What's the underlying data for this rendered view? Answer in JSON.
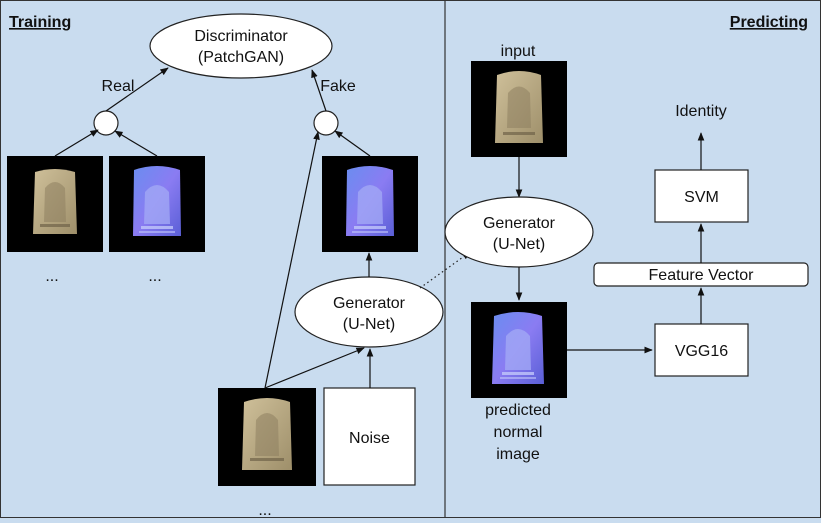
{
  "sections": {
    "training": "Training",
    "predicting": "Predicting"
  },
  "training": {
    "discriminator": [
      "Discriminator",
      "(PatchGAN)"
    ],
    "real_label": "Real",
    "fake_label": "Fake",
    "generator": [
      "Generator",
      "(U-Net)"
    ],
    "noise": "Noise",
    "ellipsis_1": "...",
    "ellipsis_2": "...",
    "ellipsis_3": "..."
  },
  "predicting": {
    "input_label": "input",
    "generator": [
      "Generator",
      "(U-Net)"
    ],
    "output_label": [
      "predicted",
      "normal",
      "image"
    ],
    "vgg": "VGG16",
    "feature_vector": "Feature Vector",
    "svm": "SVM",
    "identity": "Identity"
  },
  "colors": {
    "background": "#c9dcef",
    "node_fill": "#ffffff",
    "amulet_photo": "#b9a982",
    "normal_map": "#7d72e6"
  }
}
